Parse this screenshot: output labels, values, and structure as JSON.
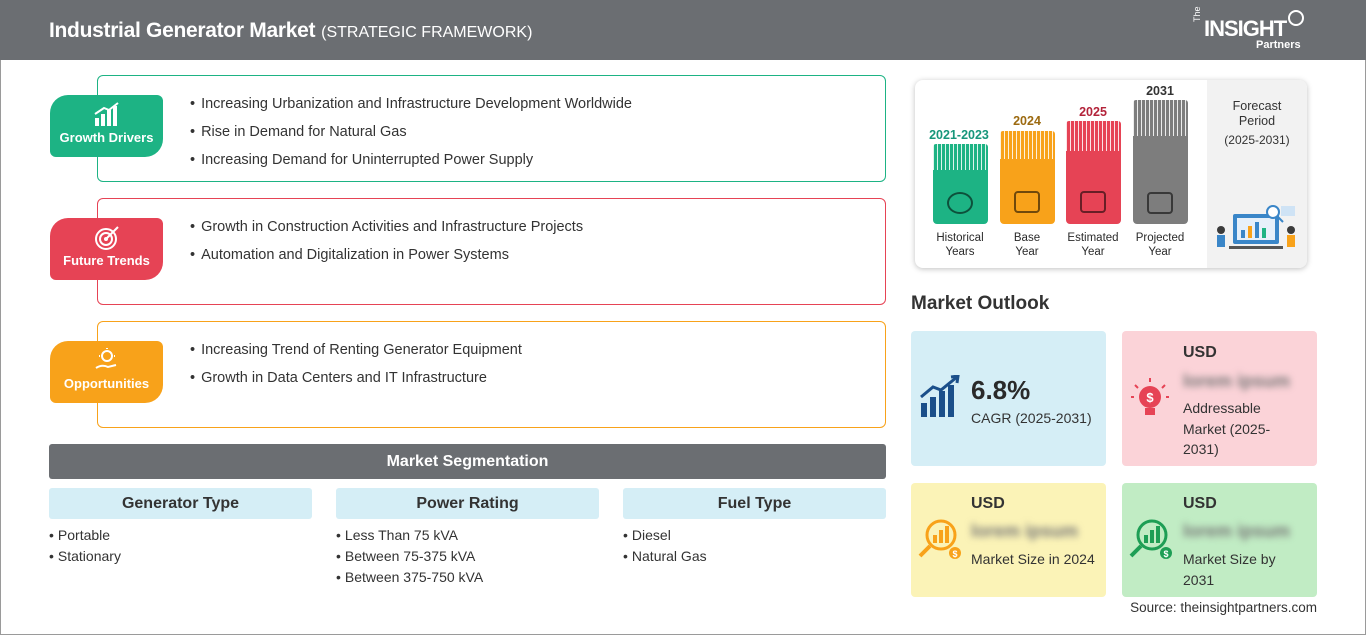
{
  "header": {
    "title": "Industrial Generator Market",
    "subtitle": "(STRATEGIC FRAMEWORK)",
    "logo_prefix": "The",
    "logo_main": "INSIGHT",
    "logo_sub": "Partners"
  },
  "framework": {
    "growth_drivers": {
      "label": "Growth Drivers",
      "color": "#1db384",
      "items": [
        "Increasing Urbanization and Infrastructure Development Worldwide",
        "Rise in Demand for Natural Gas",
        "Increasing Demand for Uninterrupted Power Supply"
      ]
    },
    "future_trends": {
      "label": "Future Trends",
      "color": "#e64355",
      "items": [
        "Growth in Construction Activities and Infrastructure Projects",
        "Automation and Digitalization in Power Systems"
      ]
    },
    "opportunities": {
      "label": "Opportunities",
      "color": "#f8a21a",
      "items": [
        "Increasing Trend of Renting Generator Equipment",
        "Growth in Data Centers and IT Infrastructure"
      ]
    }
  },
  "segmentation": {
    "title": "Market Segmentation",
    "columns": [
      {
        "head": "Generator Type",
        "items": [
          "Portable",
          "Stationary"
        ]
      },
      {
        "head": "Power Rating",
        "items": [
          "Less Than 75 kVA",
          "Between 75-375 kVA",
          "Between 375-750 kVA"
        ]
      },
      {
        "head": "Fuel Type",
        "items": [
          "Diesel",
          "Natural Gas"
        ]
      }
    ]
  },
  "timeline": {
    "periods": [
      {
        "year": "2021-2023",
        "label1": "Historical",
        "label2": "Years",
        "color": "#1db384",
        "year_color": "#17967a"
      },
      {
        "year": "2024",
        "label1": "Base",
        "label2": "Year",
        "color": "#f8a21a",
        "year_color": "#9c6a10"
      },
      {
        "year": "2025",
        "label1": "Estimated",
        "label2": "Year",
        "color": "#e64355",
        "year_color": "#b3233a"
      },
      {
        "year": "2031",
        "label1": "Projected",
        "label2": "Year",
        "color": "#7d7d7d",
        "year_color": "#333333"
      }
    ],
    "forecast_label1": "Forecast",
    "forecast_label2": "Period",
    "forecast_range": "(2025-2031)"
  },
  "outlook": {
    "title": "Market Outlook",
    "cagr_value": "6.8%",
    "cagr_label": "CAGR (2025-2031)",
    "addressable_usd": "USD",
    "addressable_value": "lorem ipsum",
    "addressable_label": "Addressable Market (2025-2031)",
    "size2024_usd": "USD",
    "size2024_value": "lorem ipsum",
    "size2024_label": "Market Size in 2024",
    "size2031_usd": "USD",
    "size2031_value": "lorem ipsum",
    "size2031_label": "Market Size by 2031"
  },
  "source": "Source: theinsightpartners.com"
}
